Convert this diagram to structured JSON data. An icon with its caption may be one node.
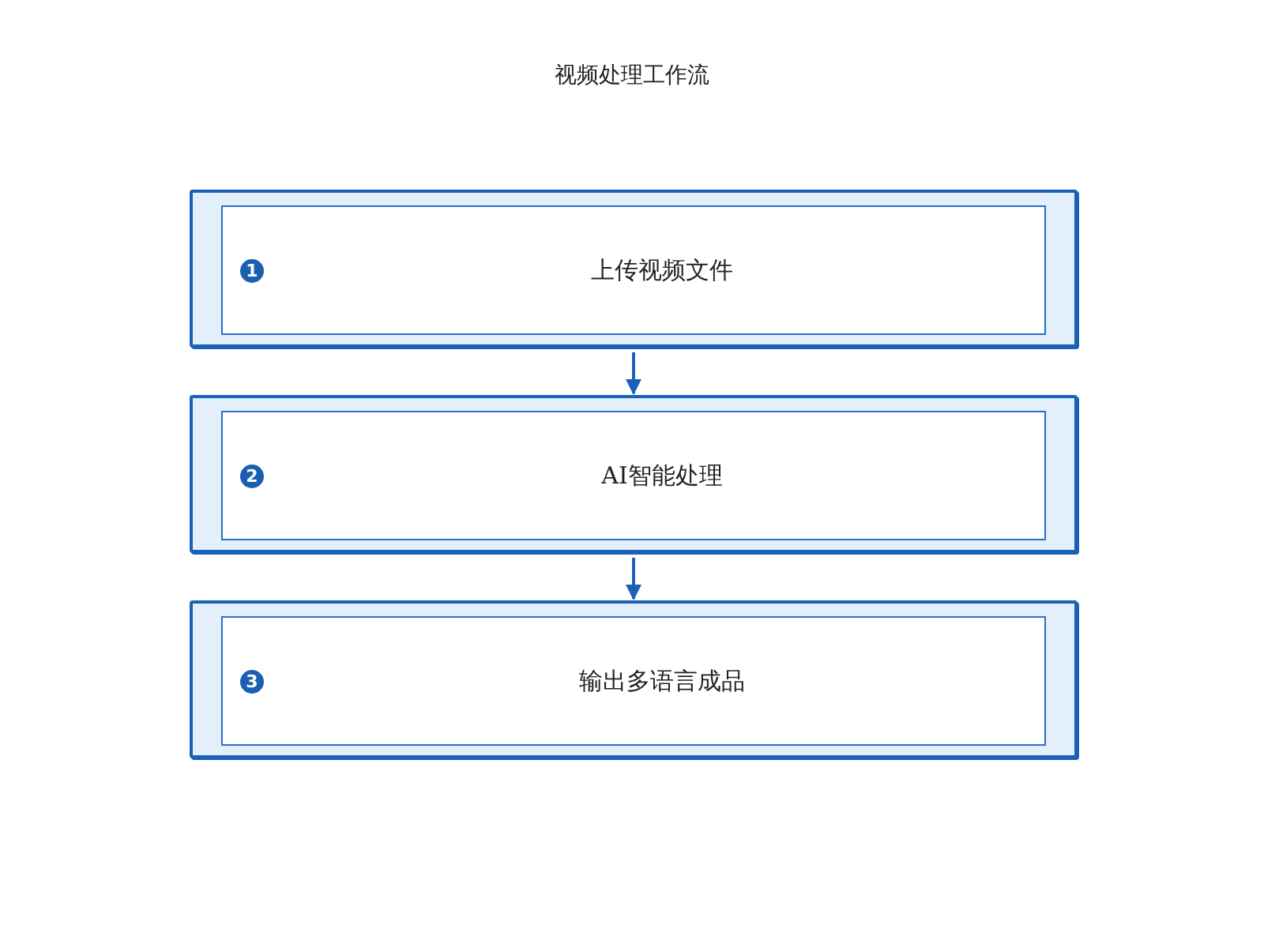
{
  "diagram": {
    "title": "视频处理工作流",
    "nodes": [
      {
        "text": [],
        "shape": "box"
      },
      {
        "text": [
          "1",
          "上传视频文件"
        ],
        "in": 0
      },
      {
        "text": [],
        "shape": "box"
      },
      {
        "text": [
          "2",
          "AI智能处理"
        ],
        "in": 2
      },
      {
        "text": [],
        "shape": "box"
      },
      {
        "text": [
          "3",
          "输出多语言成品"
        ],
        "in": 4
      }
    ],
    "edges": [
      {
        "from": 0,
        "to": 2,
        "arrow": "to"
      },
      {
        "from": 2,
        "to": 4,
        "arrow": "to"
      }
    ]
  }
}
